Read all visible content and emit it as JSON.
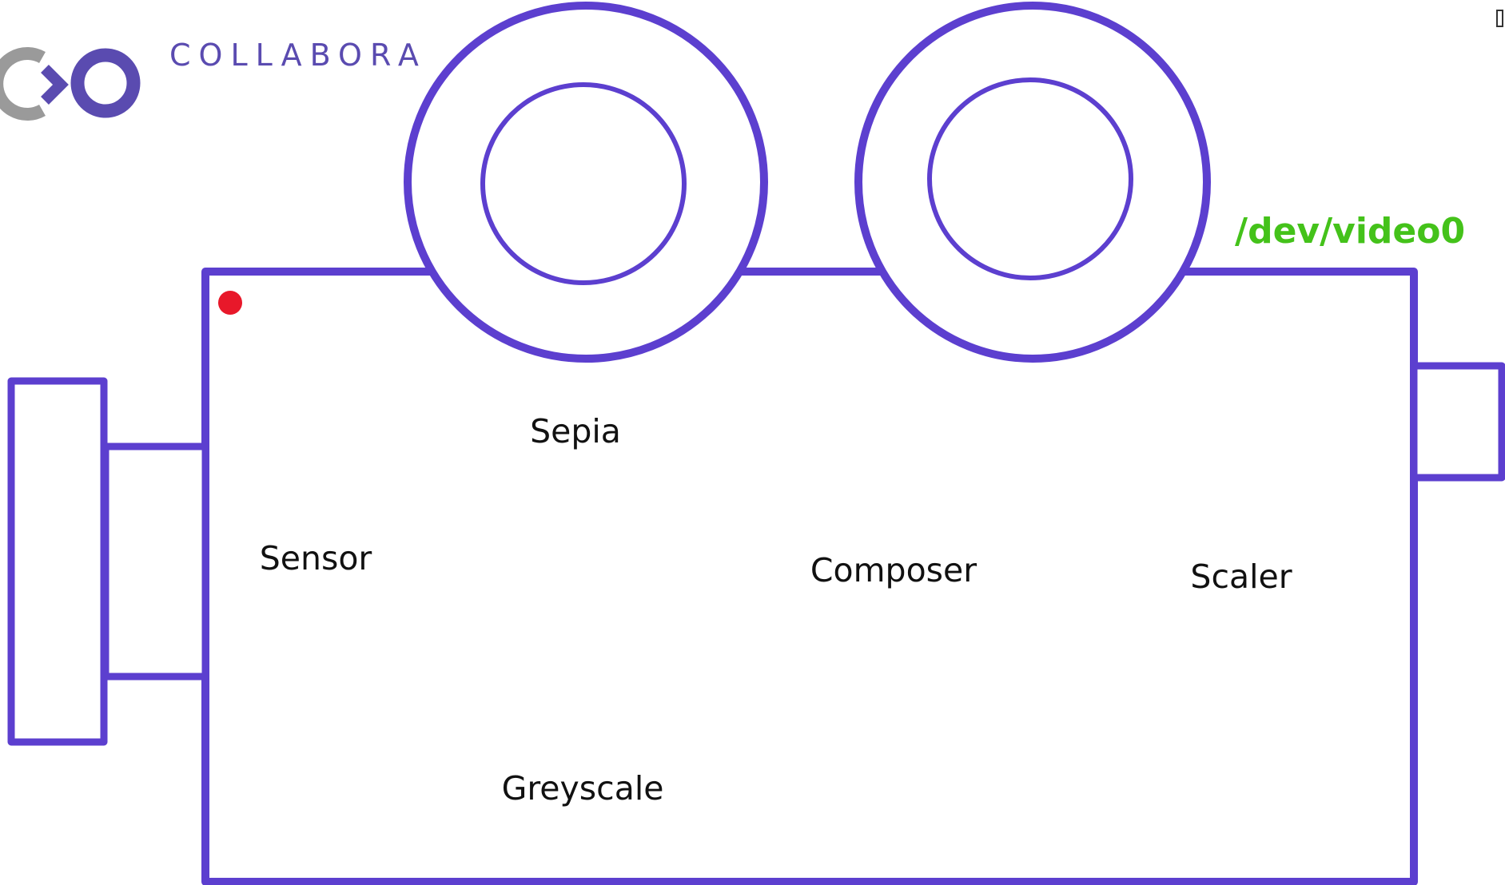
{
  "logo": {
    "brand_text": "COLLABORA"
  },
  "diagram": {
    "nodes": {
      "sepia": "Sepia",
      "sensor": "Sensor",
      "composer": "Composer",
      "scaler": "Scaler",
      "greyscale": "Greyscale"
    },
    "device_label": "/dev/video0"
  },
  "colors": {
    "outline": "#5c3fcf",
    "device_label": "#44c21a",
    "record_dot": "#e8182a",
    "logo_grey": "#9a9a9a",
    "logo_purple": "#5a4bb0"
  }
}
